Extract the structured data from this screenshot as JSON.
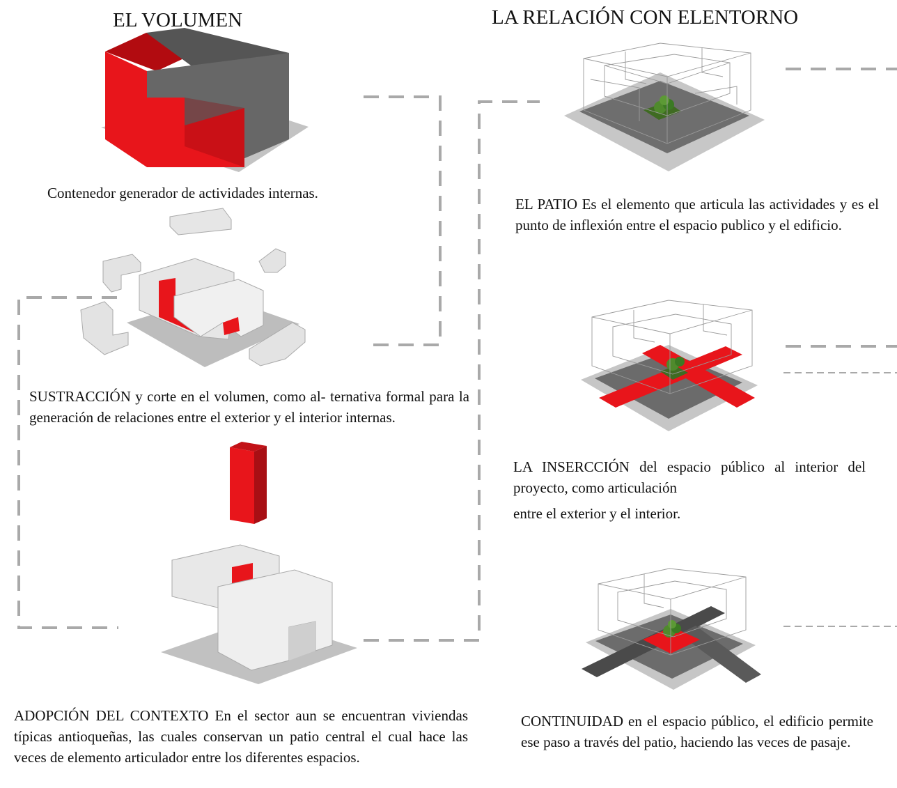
{
  "left": {
    "title": "EL VOLUMEN",
    "caption1": "Contenedor generador de actividades internas.",
    "caption2": "SUSTRACCIÓN y corte en el volumen, como al-  ternativa formal para la generación de relaciones entre el exterior y el interior internas.",
    "caption3": "ADOPCIÓN DEL   CONTEXTO   En el sector aun se encuentran viviendas típicas antioqueñas, las cuales conservan un patio central el cual hace las veces de elemento articulador entre los diferentes espacios."
  },
  "right": {
    "title": "LA RELACIÓN CON ELENTORNO",
    "caption1": "EL PATIO Es el elemento que articula las actividades y es el punto de inflexión entre el espacio publico y el edificio.",
    "caption2": "LA INSERCCIÓN del espacio público al interior del proyecto, como articulación",
    "caption2b": "entre el exterior y el interior.",
    "caption3": "CONTINUIDAD en el espacio público, el edificio permite ese paso a través del patio, haciendo las veces de pasaje."
  },
  "colors": {
    "accent_red": "#e8151b",
    "dark_gray": "#6a6a6a",
    "base_gray": "#c0c0c0",
    "connector_gray": "#a9a9a9"
  }
}
